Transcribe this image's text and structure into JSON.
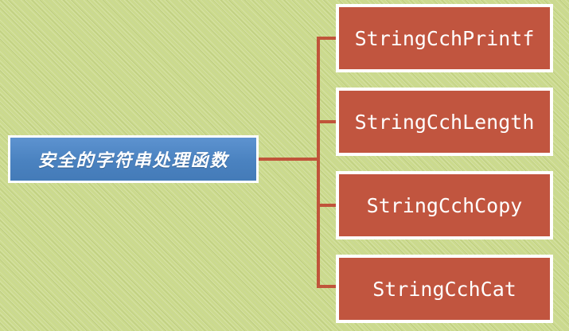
{
  "diagram": {
    "type": "tree",
    "title": "安全的字符串处理函数",
    "root": {
      "label": "安全的字符串处理函数",
      "box_color": "#4a82c0",
      "text_color": "#ffffff",
      "border_color": "#ffffff"
    },
    "leaves": [
      {
        "label": "StringCchPrintf"
      },
      {
        "label": "StringCchLength"
      },
      {
        "label": "StringCchCopy"
      },
      {
        "label": "StringCchCat"
      }
    ],
    "colors": {
      "background": "#cbda8d",
      "connector": "#c0543a",
      "leaf_fill": "#c1553f",
      "leaf_border": "#ffffff",
      "root_fill": "#4a82c0"
    }
  }
}
